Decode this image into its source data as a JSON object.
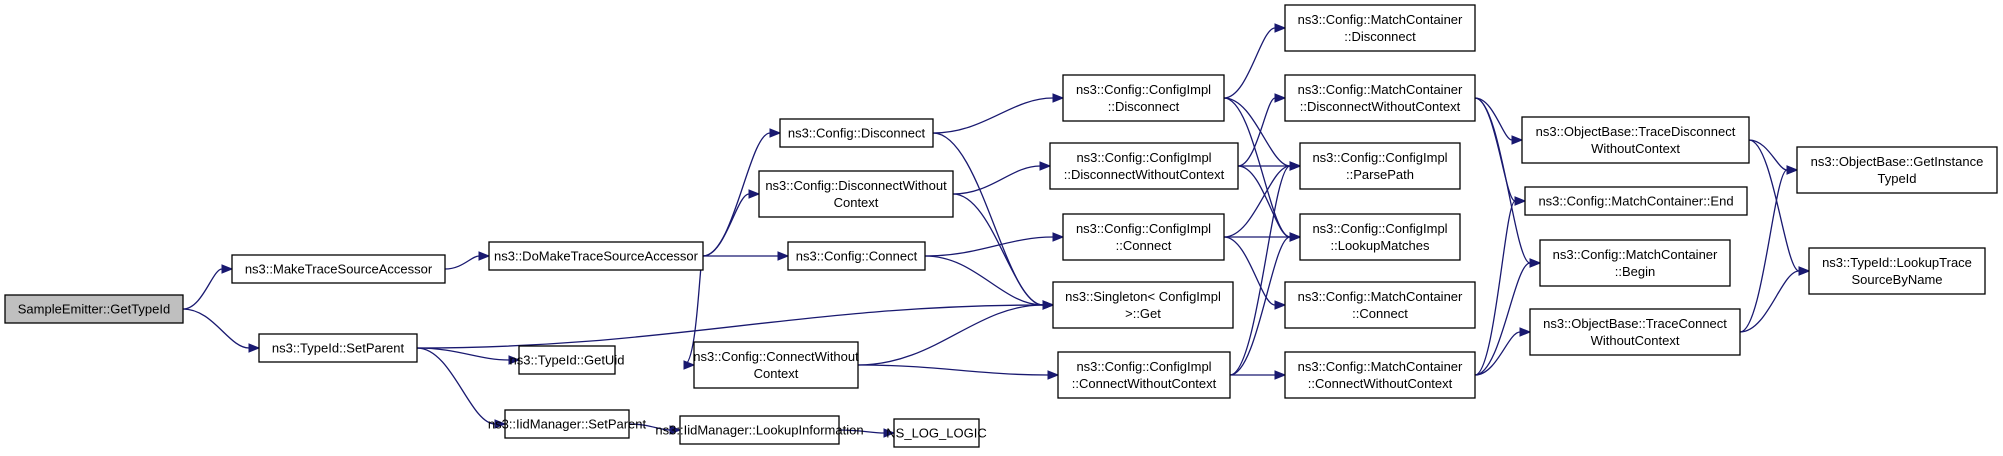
{
  "diagram": {
    "type": "call-graph",
    "root": "n0",
    "nodes": [
      {
        "id": "n0",
        "lines": [
          "SampleEmitter::GetTypeId"
        ],
        "highlighted": true
      },
      {
        "id": "n1",
        "lines": [
          "ns3::MakeTraceSourceAccessor"
        ]
      },
      {
        "id": "n2",
        "lines": [
          "ns3::TypeId::SetParent"
        ]
      },
      {
        "id": "n3",
        "lines": [
          "ns3::DoMakeTraceSourceAccessor"
        ]
      },
      {
        "id": "n4",
        "lines": [
          "ns3::Config::Disconnect"
        ]
      },
      {
        "id": "n5",
        "lines": [
          "ns3::Config::DisconnectWithout",
          "Context"
        ]
      },
      {
        "id": "n6",
        "lines": [
          "ns3::Config::Connect"
        ]
      },
      {
        "id": "n7",
        "lines": [
          "ns3::Config::ConnectWithout",
          "Context"
        ]
      },
      {
        "id": "n8",
        "lines": [
          "ns3::TypeId::GetUid"
        ]
      },
      {
        "id": "n9",
        "lines": [
          "ns3::IidManager::SetParent"
        ]
      },
      {
        "id": "n10",
        "lines": [
          "ns3::IidManager::LookupInformation"
        ]
      },
      {
        "id": "n11",
        "lines": [
          "NS_LOG_LOGIC"
        ]
      },
      {
        "id": "n12",
        "lines": [
          "ns3::Config::ConfigImpl",
          "::Disconnect"
        ]
      },
      {
        "id": "n13",
        "lines": [
          "ns3::Config::ConfigImpl",
          "::DisconnectWithoutContext"
        ]
      },
      {
        "id": "n14",
        "lines": [
          "ns3::Config::ConfigImpl",
          "::Connect"
        ]
      },
      {
        "id": "n15",
        "lines": [
          "ns3::Singleton< ConfigImpl",
          ">::Get"
        ]
      },
      {
        "id": "n16",
        "lines": [
          "ns3::Config::ConfigImpl",
          "::ConnectWithoutContext"
        ]
      },
      {
        "id": "n17",
        "lines": [
          "ns3::Config::MatchContainer",
          "::Disconnect"
        ]
      },
      {
        "id": "n18",
        "lines": [
          "ns3::Config::MatchContainer",
          "::DisconnectWithoutContext"
        ]
      },
      {
        "id": "n19",
        "lines": [
          "ns3::Config::ConfigImpl",
          "::ParsePath"
        ]
      },
      {
        "id": "n20",
        "lines": [
          "ns3::Config::ConfigImpl",
          "::LookupMatches"
        ]
      },
      {
        "id": "n21",
        "lines": [
          "ns3::Config::MatchContainer",
          "::Connect"
        ]
      },
      {
        "id": "n22",
        "lines": [
          "ns3::Config::MatchContainer",
          "::ConnectWithoutContext"
        ]
      },
      {
        "id": "n23",
        "lines": [
          "ns3::ObjectBase::TraceDisconnect",
          "WithoutContext"
        ]
      },
      {
        "id": "n24",
        "lines": [
          "ns3::Config::MatchContainer::End"
        ]
      },
      {
        "id": "n25",
        "lines": [
          "ns3::Config::MatchContainer",
          "::Begin"
        ]
      },
      {
        "id": "n26",
        "lines": [
          "ns3::ObjectBase::TraceConnect",
          "WithoutContext"
        ]
      },
      {
        "id": "n27",
        "lines": [
          "ns3::ObjectBase::GetInstance",
          "TypeId"
        ]
      },
      {
        "id": "n28",
        "lines": [
          "ns3::TypeId::LookupTrace",
          "SourceByName"
        ]
      }
    ],
    "edges": [
      [
        "n0",
        "n1"
      ],
      [
        "n0",
        "n2"
      ],
      [
        "n1",
        "n3"
      ],
      [
        "n2",
        "n15"
      ],
      [
        "n2",
        "n8"
      ],
      [
        "n2",
        "n9"
      ],
      [
        "n3",
        "n4"
      ],
      [
        "n3",
        "n5"
      ],
      [
        "n3",
        "n6"
      ],
      [
        "n3",
        "n7"
      ],
      [
        "n4",
        "n12"
      ],
      [
        "n4",
        "n15"
      ],
      [
        "n5",
        "n13"
      ],
      [
        "n5",
        "n15"
      ],
      [
        "n6",
        "n14"
      ],
      [
        "n6",
        "n15"
      ],
      [
        "n7",
        "n15"
      ],
      [
        "n7",
        "n16"
      ],
      [
        "n9",
        "n10"
      ],
      [
        "n10",
        "n11"
      ],
      [
        "n12",
        "n17"
      ],
      [
        "n12",
        "n19"
      ],
      [
        "n12",
        "n20"
      ],
      [
        "n13",
        "n18"
      ],
      [
        "n13",
        "n19"
      ],
      [
        "n13",
        "n20"
      ],
      [
        "n14",
        "n19"
      ],
      [
        "n14",
        "n20"
      ],
      [
        "n14",
        "n21"
      ],
      [
        "n16",
        "n19"
      ],
      [
        "n16",
        "n20"
      ],
      [
        "n16",
        "n22"
      ],
      [
        "n18",
        "n23"
      ],
      [
        "n18",
        "n24"
      ],
      [
        "n18",
        "n25"
      ],
      [
        "n22",
        "n24"
      ],
      [
        "n22",
        "n25"
      ],
      [
        "n22",
        "n26"
      ],
      [
        "n23",
        "n27"
      ],
      [
        "n23",
        "n28"
      ],
      [
        "n26",
        "n27"
      ],
      [
        "n26",
        "n28"
      ]
    ]
  }
}
